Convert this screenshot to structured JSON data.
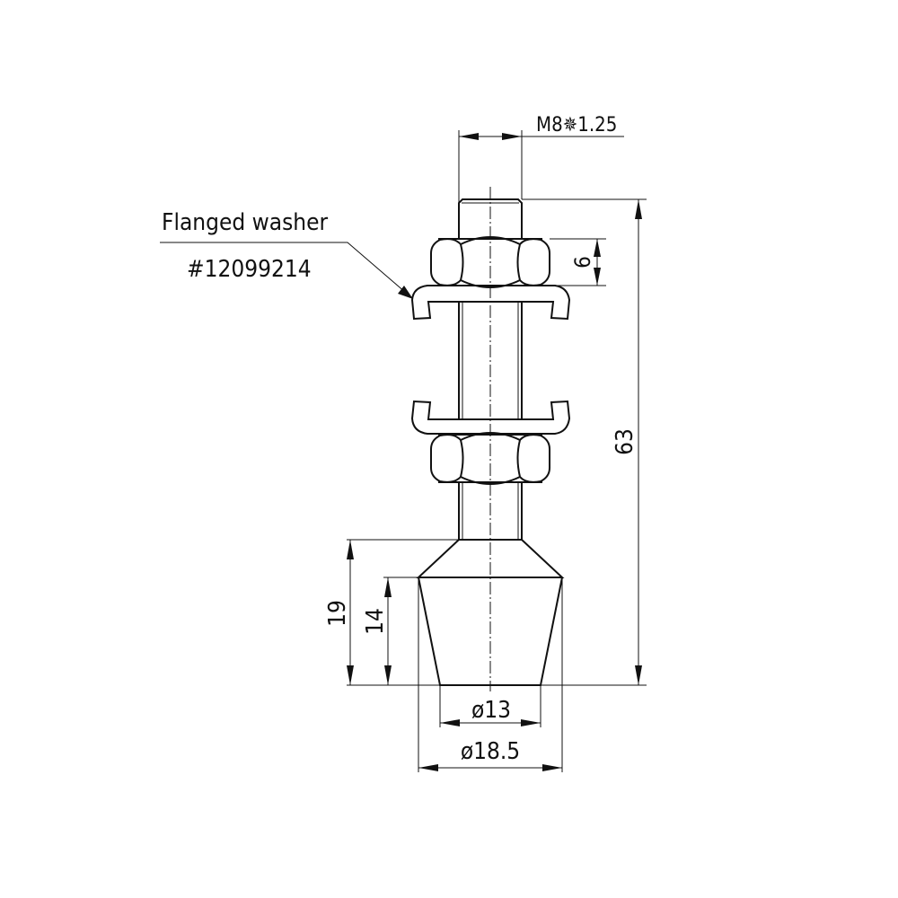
{
  "callout": {
    "title": "Flanged washer",
    "part_number": "#12099214"
  },
  "dimensions": {
    "thread": "M8✵1.25",
    "nut_height": "6",
    "overall_height": "63",
    "base_height": "19",
    "body_height": "14",
    "bottom_diameter": "ø13",
    "top_diameter": "ø18.5"
  }
}
